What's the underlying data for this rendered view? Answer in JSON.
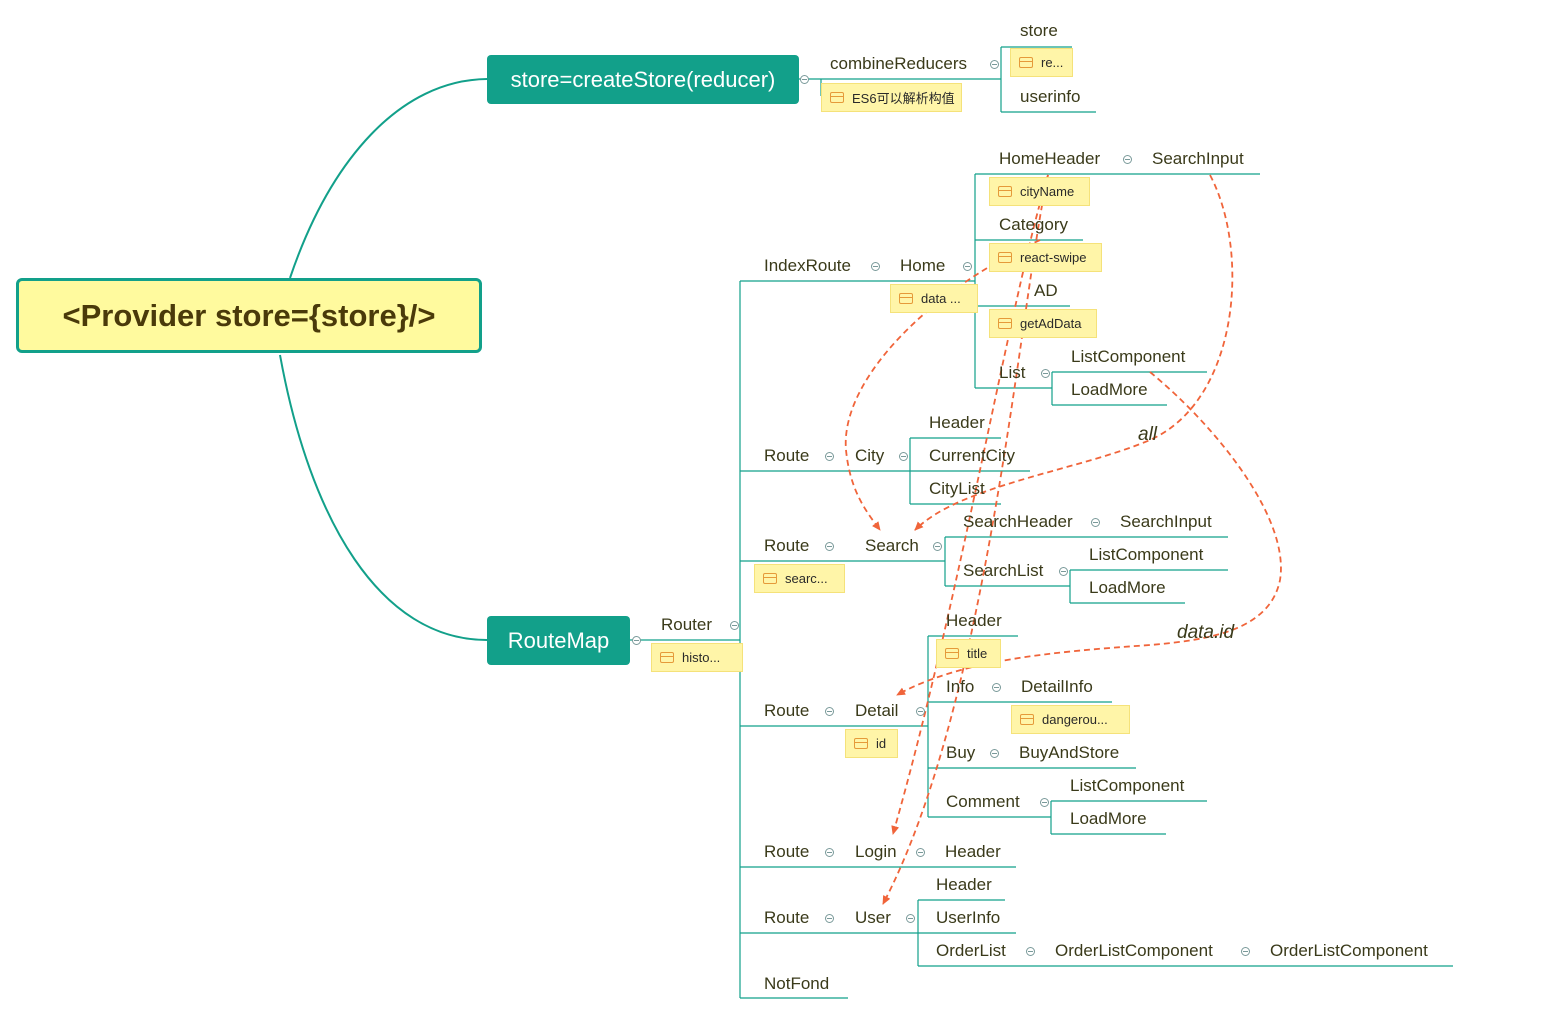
{
  "root": {
    "label": "<Provider store={store}/>"
  },
  "store_branch": {
    "title": "store=createStore(reducer)",
    "combine": "combineReducers",
    "combine_note": "ES6可以解析构值",
    "store": "store",
    "store_note": "re...",
    "userinfo": "userinfo"
  },
  "routemap": {
    "title": "RouteMap",
    "router": "Router",
    "router_note": "histo...",
    "index_route": {
      "label": "IndexRoute",
      "home": "Home",
      "home_note": "data ...",
      "home_header": "HomeHeader",
      "home_header_child": "SearchInput",
      "home_header_note": "cityName",
      "category": "Category",
      "category_note": "react-swipe",
      "ad": "AD",
      "ad_note": "getAdData",
      "list": "List",
      "list_c1": "ListComponent",
      "list_c2": "LoadMore"
    },
    "city_route": {
      "label": "Route",
      "city": "City",
      "header": "Header",
      "current_city": "CurrentCity",
      "city_list": "CityList"
    },
    "search_route": {
      "label": "Route",
      "search": "Search",
      "search_note": "searc...",
      "search_header": "SearchHeader",
      "search_header_child": "SearchInput",
      "search_list": "SearchList",
      "list_c1": "ListComponent",
      "list_c2": "LoadMore"
    },
    "detail_route": {
      "label": "Route",
      "detail": "Detail",
      "detail_note": "id",
      "header": "Header",
      "header_note": "title",
      "info": "Info",
      "info_child": "DetailInfo",
      "info_note": "dangerou...",
      "buy": "Buy",
      "buy_child": "BuyAndStore",
      "comment": "Comment",
      "comment_c1": "ListComponent",
      "comment_c2": "LoadMore"
    },
    "login_route": {
      "label": "Route",
      "login": "Login",
      "header": "Header"
    },
    "user_route": {
      "label": "Route",
      "user": "User",
      "header": "Header",
      "userinfo": "UserInfo",
      "orderlist": "OrderList",
      "orderlist_c1": "OrderListComponent",
      "orderlist_c2": "OrderListComponent"
    },
    "notfound": "NotFond"
  },
  "relations": {
    "all": "all",
    "data_id": "data.id"
  },
  "colors": {
    "branch": "#12a08a",
    "relation": "#f0643a",
    "root_fill": "#fffa9e",
    "note_fill": "#fff5a8"
  }
}
